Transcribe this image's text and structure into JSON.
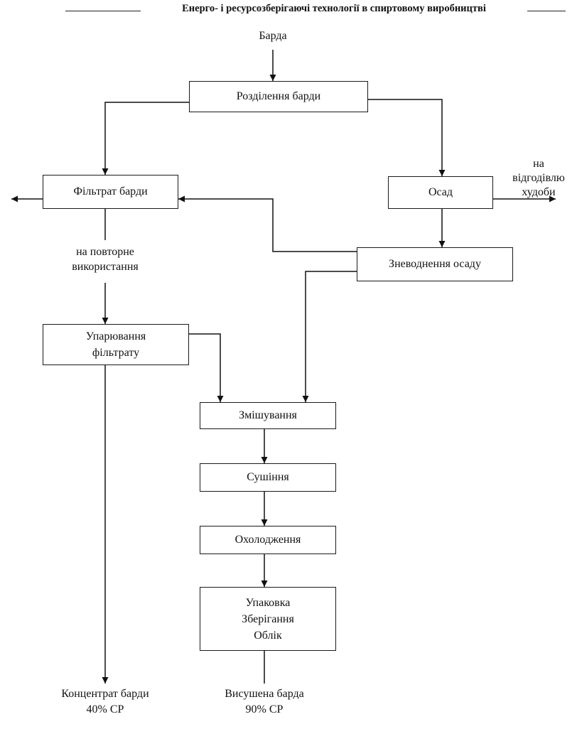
{
  "header": {
    "title": "Енерго- і ресурсозберігаючі технології в спиртовому виробництві"
  },
  "diagram": {
    "source_label": "Барда",
    "nodes": {
      "separation": "Розділення барди",
      "filtrate": "Фільтрат барди",
      "sediment": "Осад",
      "dewatering": "Зневоднення осаду",
      "evaporation": [
        "Упарювання",
        "фільтрату"
      ],
      "mixing": "Змішування",
      "drying": "Сушіння",
      "cooling": "Охолодження",
      "packing": [
        "Упаковка",
        "Зберігання",
        "Облік"
      ]
    },
    "labels": {
      "reuse": [
        "на повторне",
        "використання"
      ],
      "livestock": [
        "на",
        "відгодівлю",
        "худоби"
      ]
    },
    "outputs": {
      "concentrate": [
        "Концентрат барди",
        "40% СР"
      ],
      "dried": [
        "Висушена барда",
        "90% СР"
      ]
    }
  }
}
